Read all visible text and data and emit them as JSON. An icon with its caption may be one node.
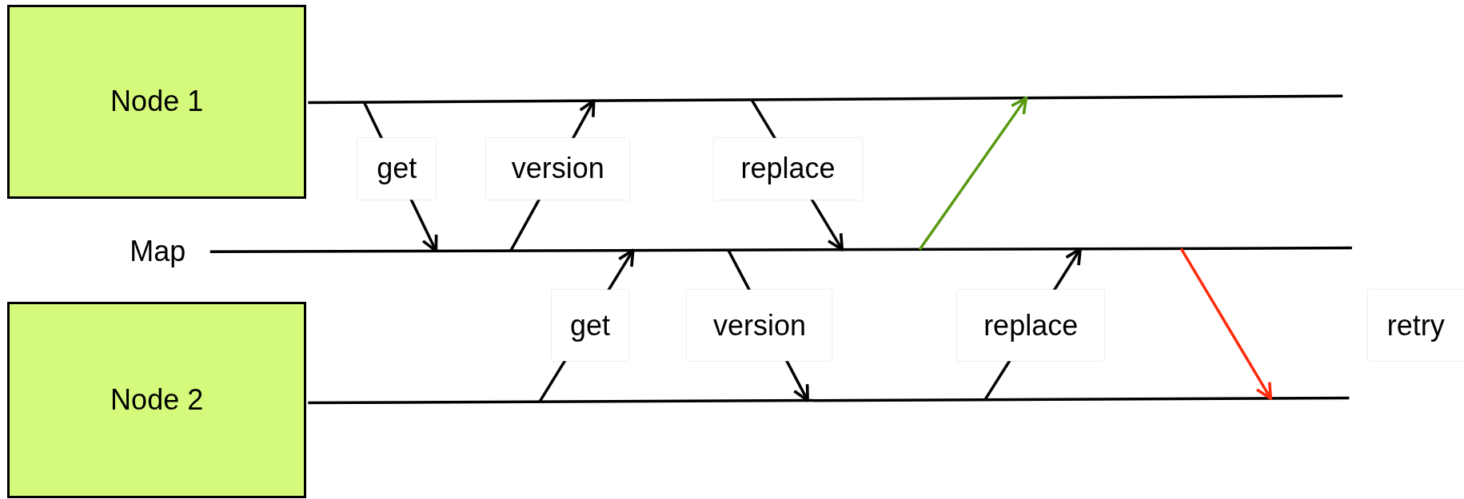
{
  "diagram": {
    "nodes": [
      {
        "text": [
          "Node 1"
        ]
      },
      {
        "text": [
          "Map"
        ]
      },
      {
        "text": [
          "Node 2"
        ]
      },
      {
        "text": [],
        "shape": "line"
      },
      {
        "text": [],
        "shape": "line"
      },
      {
        "text": [],
        "shape": "line"
      }
    ],
    "edges": [
      {
        "from": 3,
        "to": 4,
        "arrow": "to",
        "label": "get"
      },
      {
        "from": 4,
        "to": 3,
        "arrow": "to",
        "label": "version"
      },
      {
        "from": 3,
        "to": 4,
        "arrow": "to",
        "label": "replace"
      },
      {
        "from": 4,
        "to": 3,
        "arrow": "to",
        "color": "#579a12"
      },
      {
        "from": 5,
        "to": 4,
        "arrow": "to",
        "label": "get"
      },
      {
        "from": 4,
        "to": 5,
        "arrow": "to",
        "label": "version"
      },
      {
        "from": 5,
        "to": 4,
        "arrow": "to",
        "label": "replace"
      },
      {
        "from": 4,
        "to": 5,
        "arrow": "to",
        "label": "retry",
        "color": "#ff2a0a"
      }
    ]
  }
}
